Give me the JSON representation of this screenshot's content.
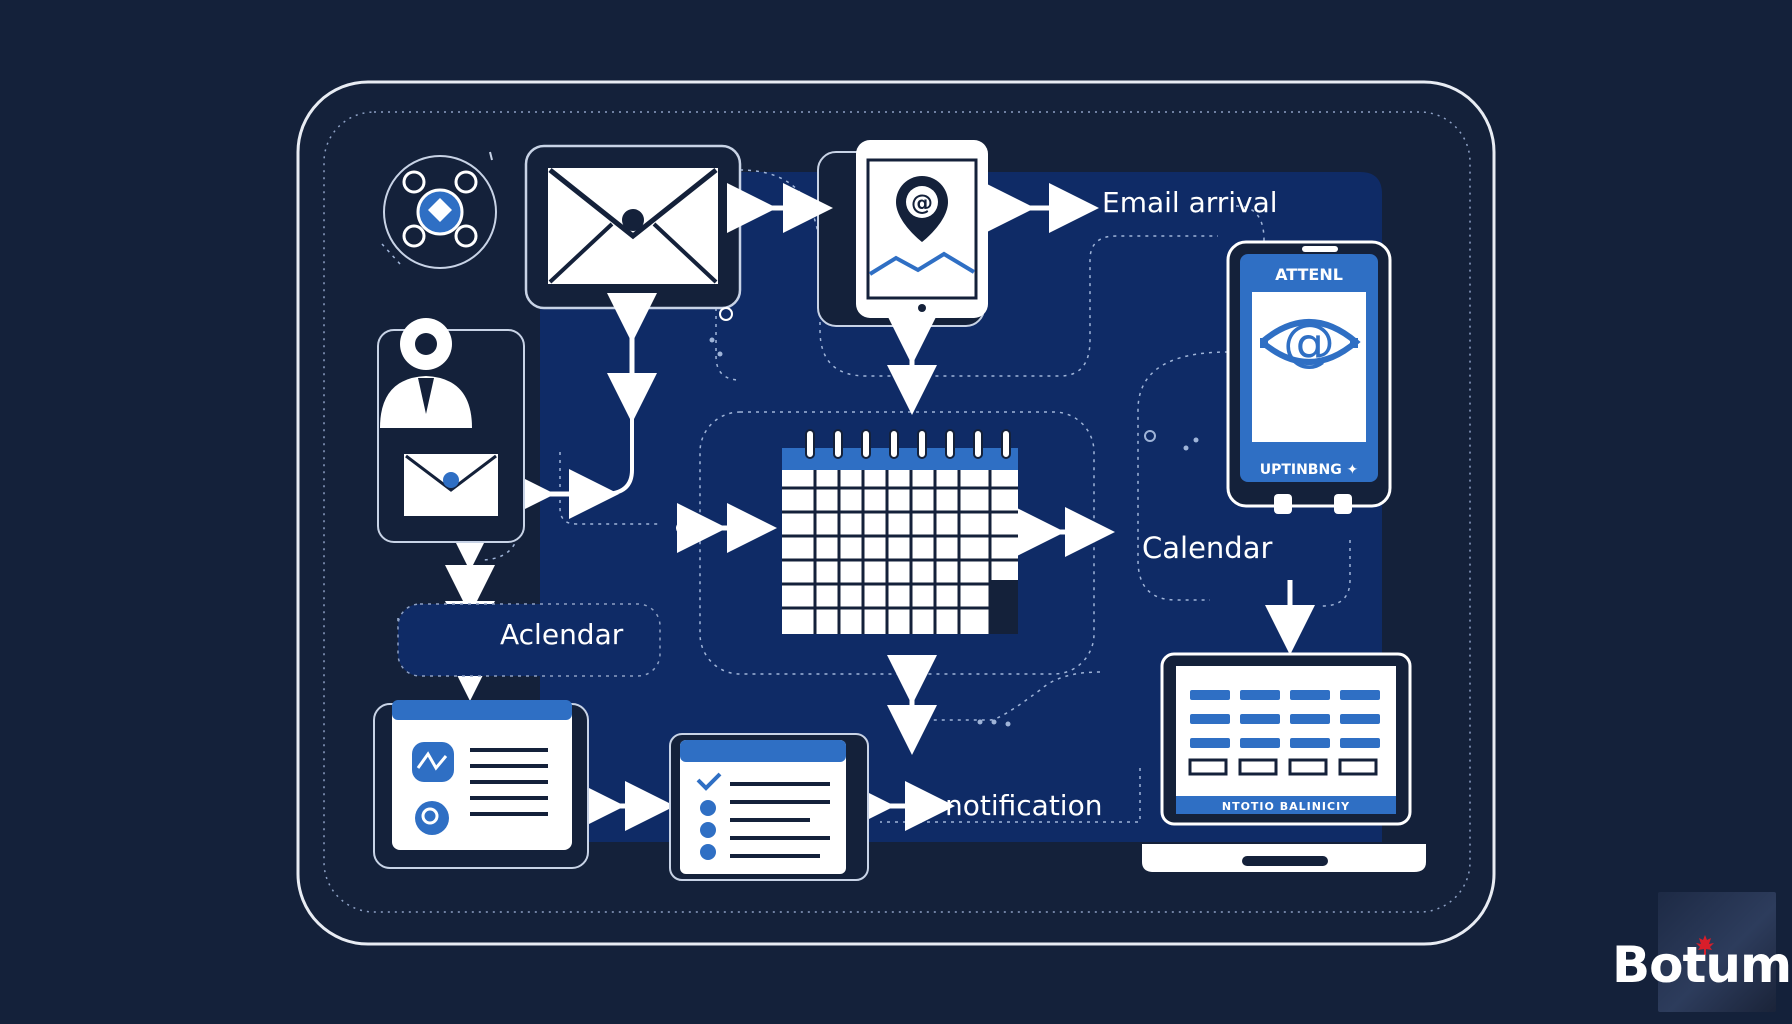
{
  "labels": {
    "email_arrival": "Email arrival",
    "calendar": "Calendar",
    "acalendar": "Aclendar",
    "notification": "notification"
  },
  "phone_right": {
    "header": "ATTENL",
    "footer": "UPTINBNG ✦"
  },
  "laptop": {
    "footer": "NTOTIO BALINICIY"
  },
  "watermark": {
    "brand": "Botum"
  },
  "colors": {
    "background": "#14213a",
    "panel": "#0f2b66",
    "accent": "#2f6fc4",
    "line": "#ffffff"
  },
  "icons": [
    "network-icon",
    "email-icon",
    "mobile-email-icon",
    "user-icon",
    "calendar-icon",
    "laptop-icon",
    "document-icon",
    "checklist-icon"
  ]
}
